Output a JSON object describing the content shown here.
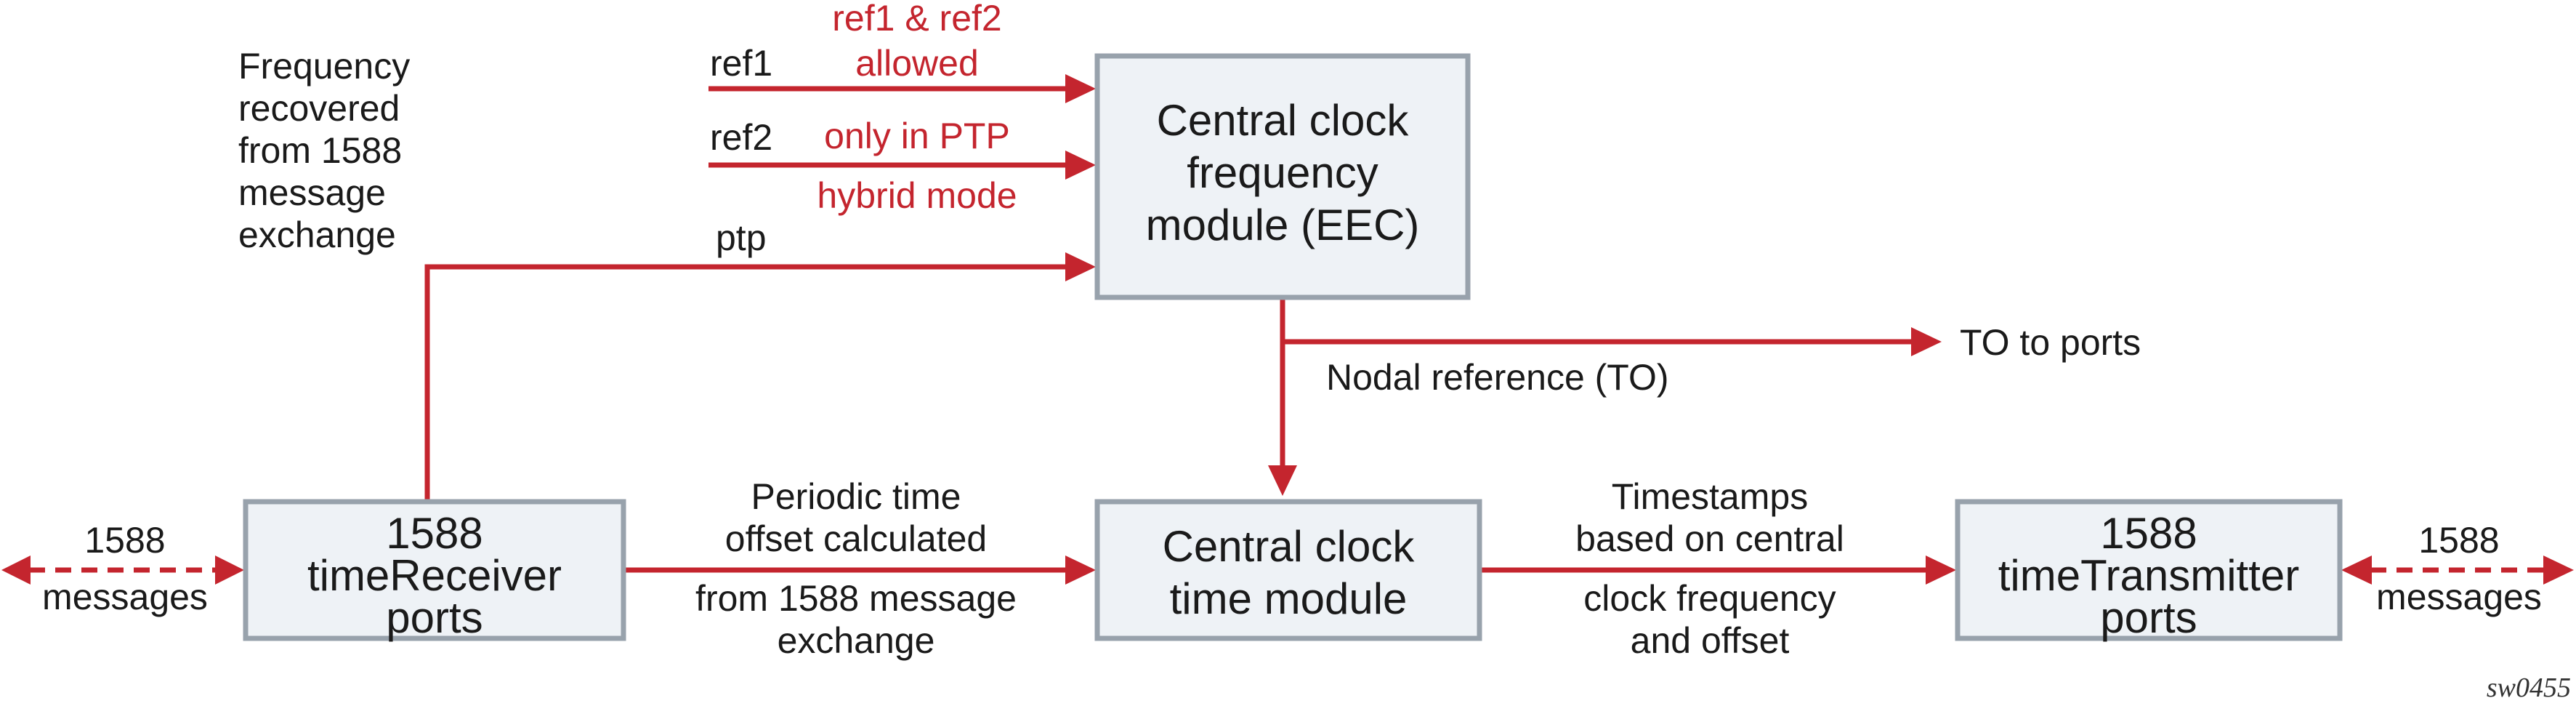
{
  "boxes": {
    "central_frequency": [
      "Central clock",
      "frequency",
      "module (EEC)"
    ],
    "central_time": [
      "Central clock",
      "time module"
    ],
    "time_receiver": [
      "1588",
      "timeReceiver",
      "ports"
    ],
    "time_transmitter": [
      "1588",
      "timeTransmitter",
      "ports"
    ]
  },
  "labels": {
    "freq_recovered": [
      "Frequency",
      "recovered",
      "from 1588",
      "message",
      "exchange"
    ],
    "ref1": "ref1",
    "ref2": "ref2",
    "ptp": "ptp",
    "ref_allowed": [
      "ref1 & ref2",
      "allowed"
    ],
    "ptp_mode": [
      "only in PTP",
      "hybrid mode"
    ],
    "nodal_reference": "Nodal reference (TO)",
    "to_ports": "TO to ports",
    "periodic_offset": [
      "Periodic time",
      "offset calculated",
      "from 1588 message",
      "exchange"
    ],
    "timestamps": [
      "Timestamps",
      "based on central",
      "clock frequency",
      "and offset"
    ],
    "messages_left": [
      "1588",
      "messages"
    ],
    "messages_right": [
      "1588",
      "messages"
    ],
    "figure_id": "sw0455"
  },
  "colors": {
    "accent_red": "#c4252e",
    "box_fill": "#eef2f6",
    "box_stroke": "#98a2ac",
    "text": "#1a1a1a"
  }
}
